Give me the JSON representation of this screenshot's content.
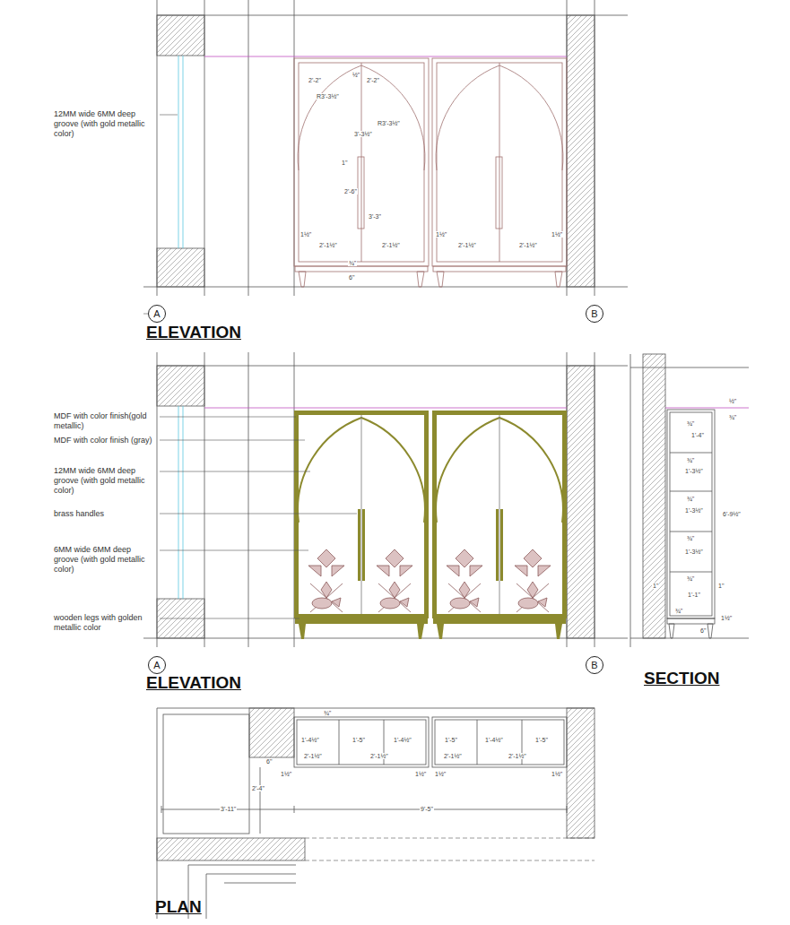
{
  "diagram": {
    "nodes": [
      {
        "text": [
          "A"
        ]
      },
      {
        "text": [
          "B"
        ]
      },
      {
        "text": [
          "A"
        ]
      },
      {
        "text": [
          "B"
        ]
      }
    ],
    "labels": [
      "12MM wide 6MM deep groove (with gold metallic color)",
      "½\"",
      "2'-2\"",
      "2'-2\"",
      "R3'-3½\"",
      "3'-3½\"",
      "R3'-3½\"",
      "1\"",
      "2'-6\"",
      "3'-3\"",
      "1½\"",
      "2'-1½\"",
      "2'-1½\"",
      "1½\"",
      "2'-1½\"",
      "2'-1½\"",
      "1½\"",
      "¾\"",
      "6\"",
      "MDF with color finish(gold metallic)",
      "MDF with color finish (gray)",
      "12MM wide 6MM deep groove (with gold metallic color)",
      "brass handles",
      "6MM wide 6MM deep groove (with gold metallic color)",
      "wooden legs with golden metallic color",
      "½\"",
      "¾\"",
      "¾\"",
      "1'-4\"",
      "¾\"",
      "1'-3½\"",
      "¾\"",
      "1'-3½\"",
      "¾\"",
      "1'-3½\"",
      "¾\"",
      "1'-1\"",
      "6'-9½\"",
      "1\"",
      "1\"",
      "1½\"",
      "6\"",
      "¾\"",
      "¾\"",
      "1'-4½\"",
      "1'-5\"",
      "1'-4½\"",
      "1'-5\"",
      "1'-4½\"",
      "1'-5\"",
      "2'-1½\"",
      "2'-1½\"",
      "2'-1½\"",
      "2'-1½\"",
      "1½\"",
      "1½\"",
      "1½\"",
      "1½\"",
      "6\"",
      "2'-4\"",
      "3'-11\"",
      "9'-5\"",
      "ELEVATION",
      "ELEVATION",
      "SECTION",
      "PLAN"
    ]
  }
}
